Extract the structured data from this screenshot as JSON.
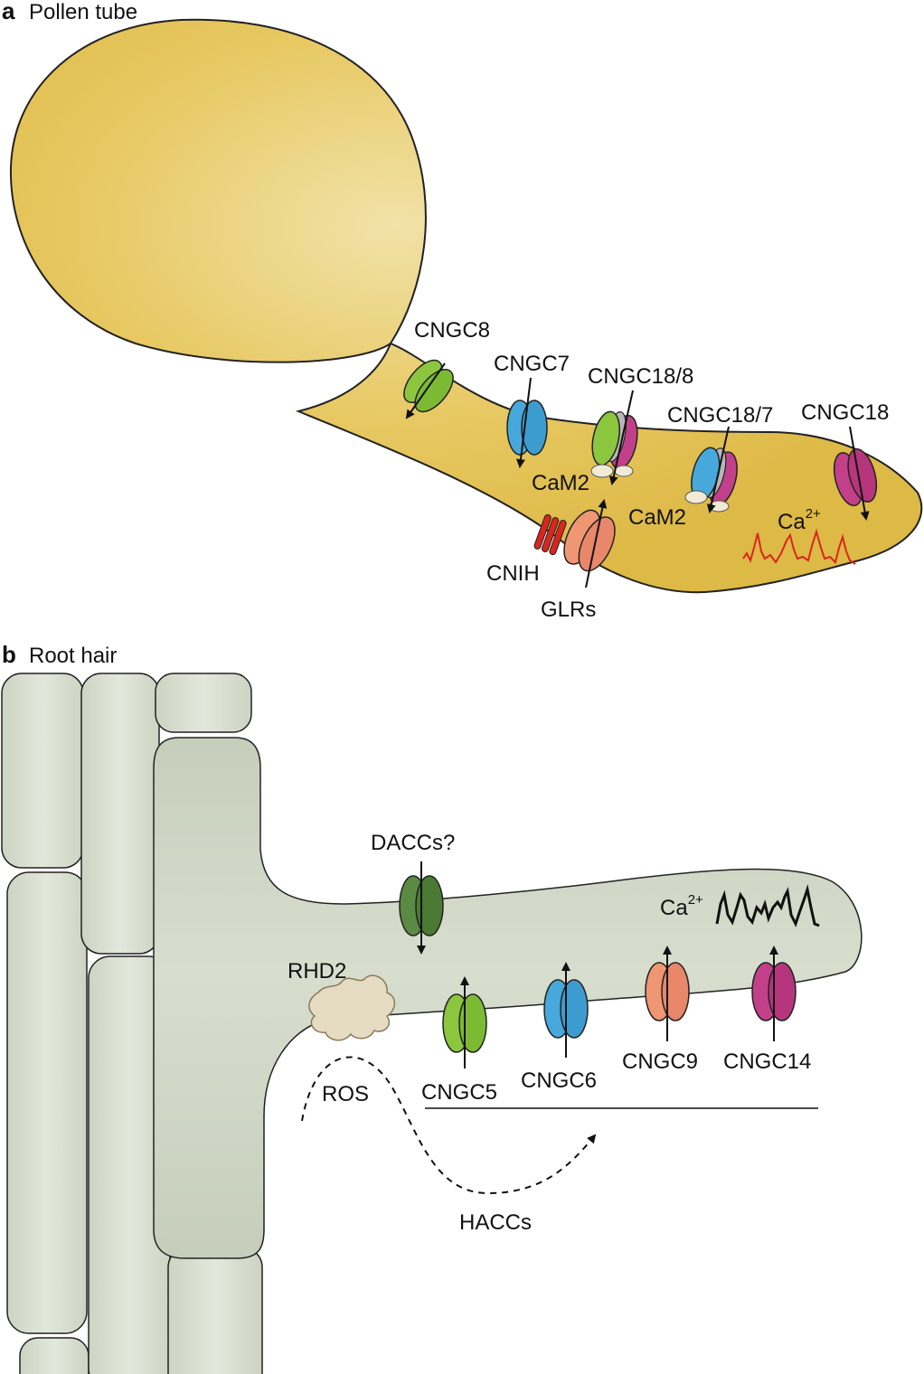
{
  "panel_a": {
    "letter": "a",
    "title": "Pollen tube",
    "channels": [
      "CNGC8",
      "CNGC7",
      "CNGC18/8",
      "CNGC18/7",
      "CNGC18",
      "GLRs"
    ],
    "labels": {
      "cam2_1": "CaM2",
      "cam2_2": "CaM2",
      "cnih": "CNIH"
    },
    "ca": {
      "base": "Ca",
      "sup": "2+"
    }
  },
  "panel_b": {
    "letter": "b",
    "title": "Root hair",
    "channels": [
      "DACCs?",
      "CNGC5",
      "CNGC6",
      "CNGC9",
      "CNGC14"
    ],
    "labels": {
      "rhd2": "RHD2",
      "ros": "ROS",
      "haccs": "HACCs"
    },
    "ca": {
      "base": "Ca",
      "sup": "2+"
    }
  },
  "colors": {
    "pollen_fill": "#e2bf4c",
    "pollen_stroke": "#222222",
    "root_fill": "#d5dccb",
    "root_cell": "#dde3d5",
    "green_light": "#8cc63f",
    "green_dark": "#4a7a34",
    "blue": "#47a9db",
    "magenta": "#c2408a",
    "salmon": "#ef9773",
    "red": "#d8261c",
    "rhd2": "#e6dcc4",
    "ca_trace_a": "#d8261c",
    "ca_trace_b": "#111111"
  }
}
